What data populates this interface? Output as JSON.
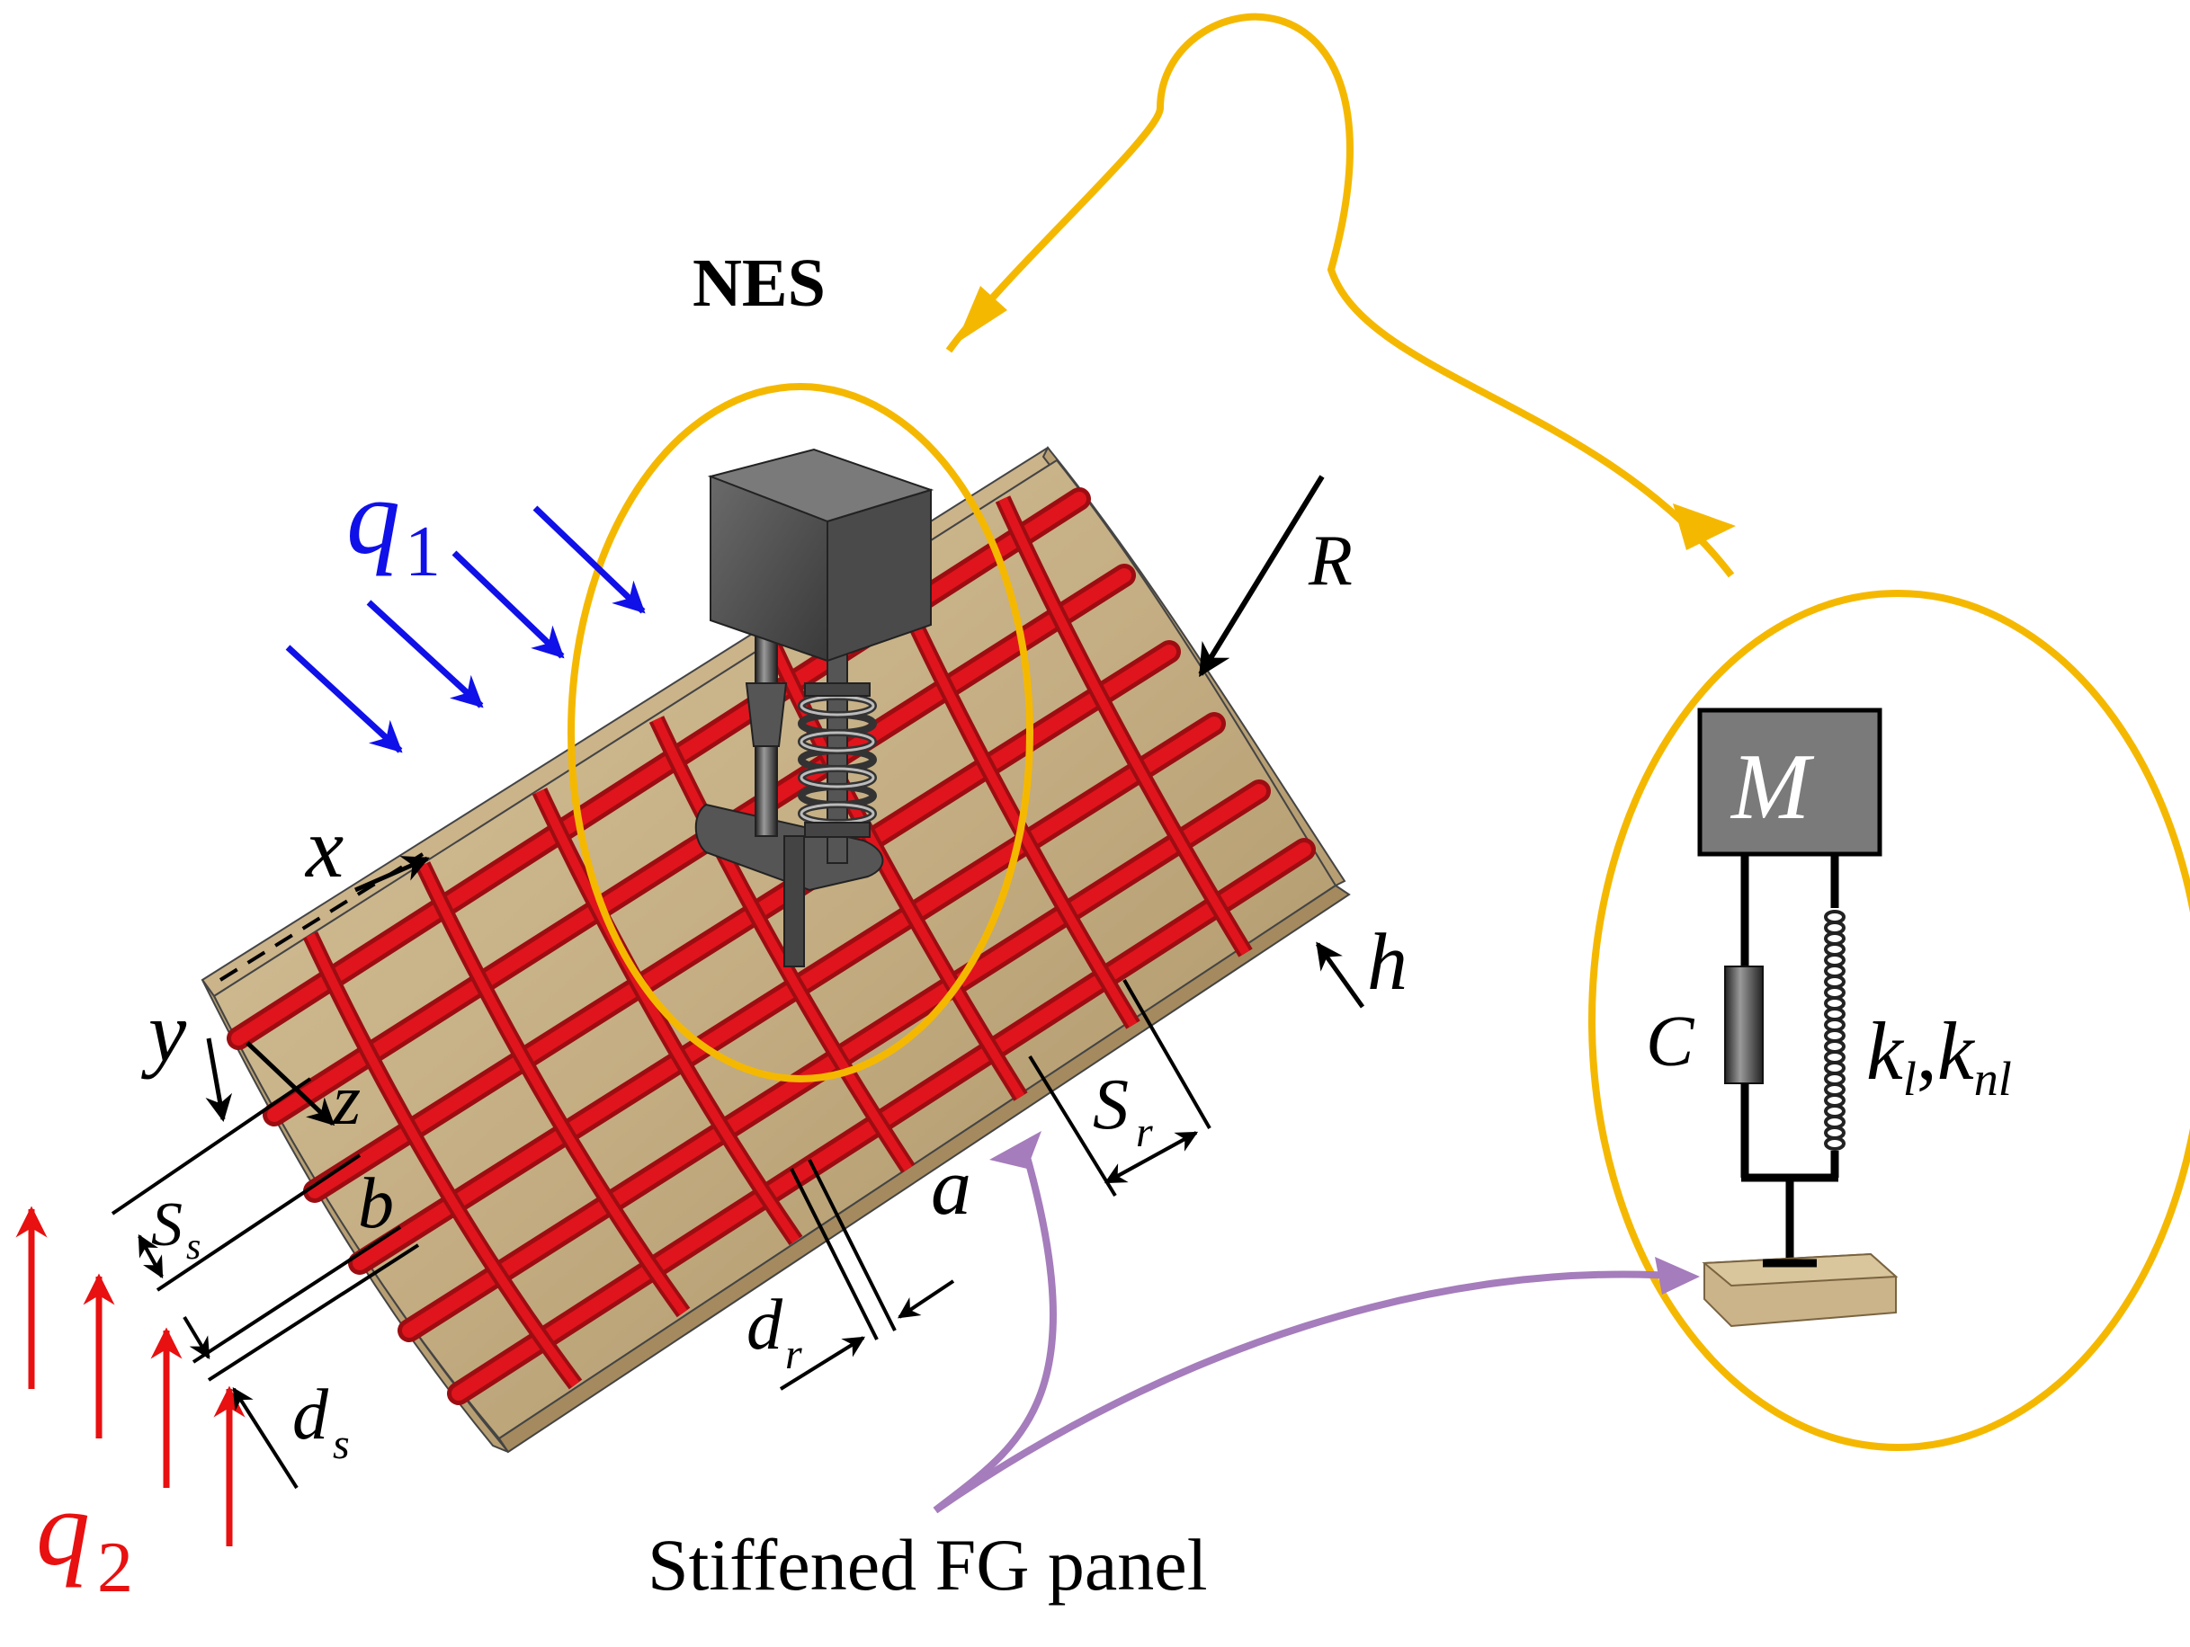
{
  "labels": {
    "nes": "NES",
    "stiffened_panel": "Stiffened FG panel",
    "q1_main": "q",
    "q1_sub": "1",
    "q2_main": "q",
    "q2_sub": "2",
    "R": "R",
    "x": "x",
    "y": "y",
    "z": "z",
    "h": "h",
    "a": "a",
    "b": "b",
    "Sr_main": "S",
    "Sr_sub": "r",
    "Ss_main": "S",
    "Ss_sub": "s",
    "dr_main": "d",
    "dr_sub": "r",
    "ds_main": "d",
    "ds_sub": "s",
    "M": "M",
    "C": "C",
    "k_main_l": "k",
    "k_sub_l": "l",
    "k_comma": ",",
    "k_main_nl": "k",
    "k_sub_nl": "nl"
  },
  "colors": {
    "load_q1": "#1010e8",
    "load_q2": "#e81010",
    "nes_loop": "#f5b800",
    "link_arrow": "#a57cbc",
    "panel_tan": "#c9b48c",
    "stiffener_red": "#e0141c",
    "mass_gray": "#7a7a7a"
  }
}
